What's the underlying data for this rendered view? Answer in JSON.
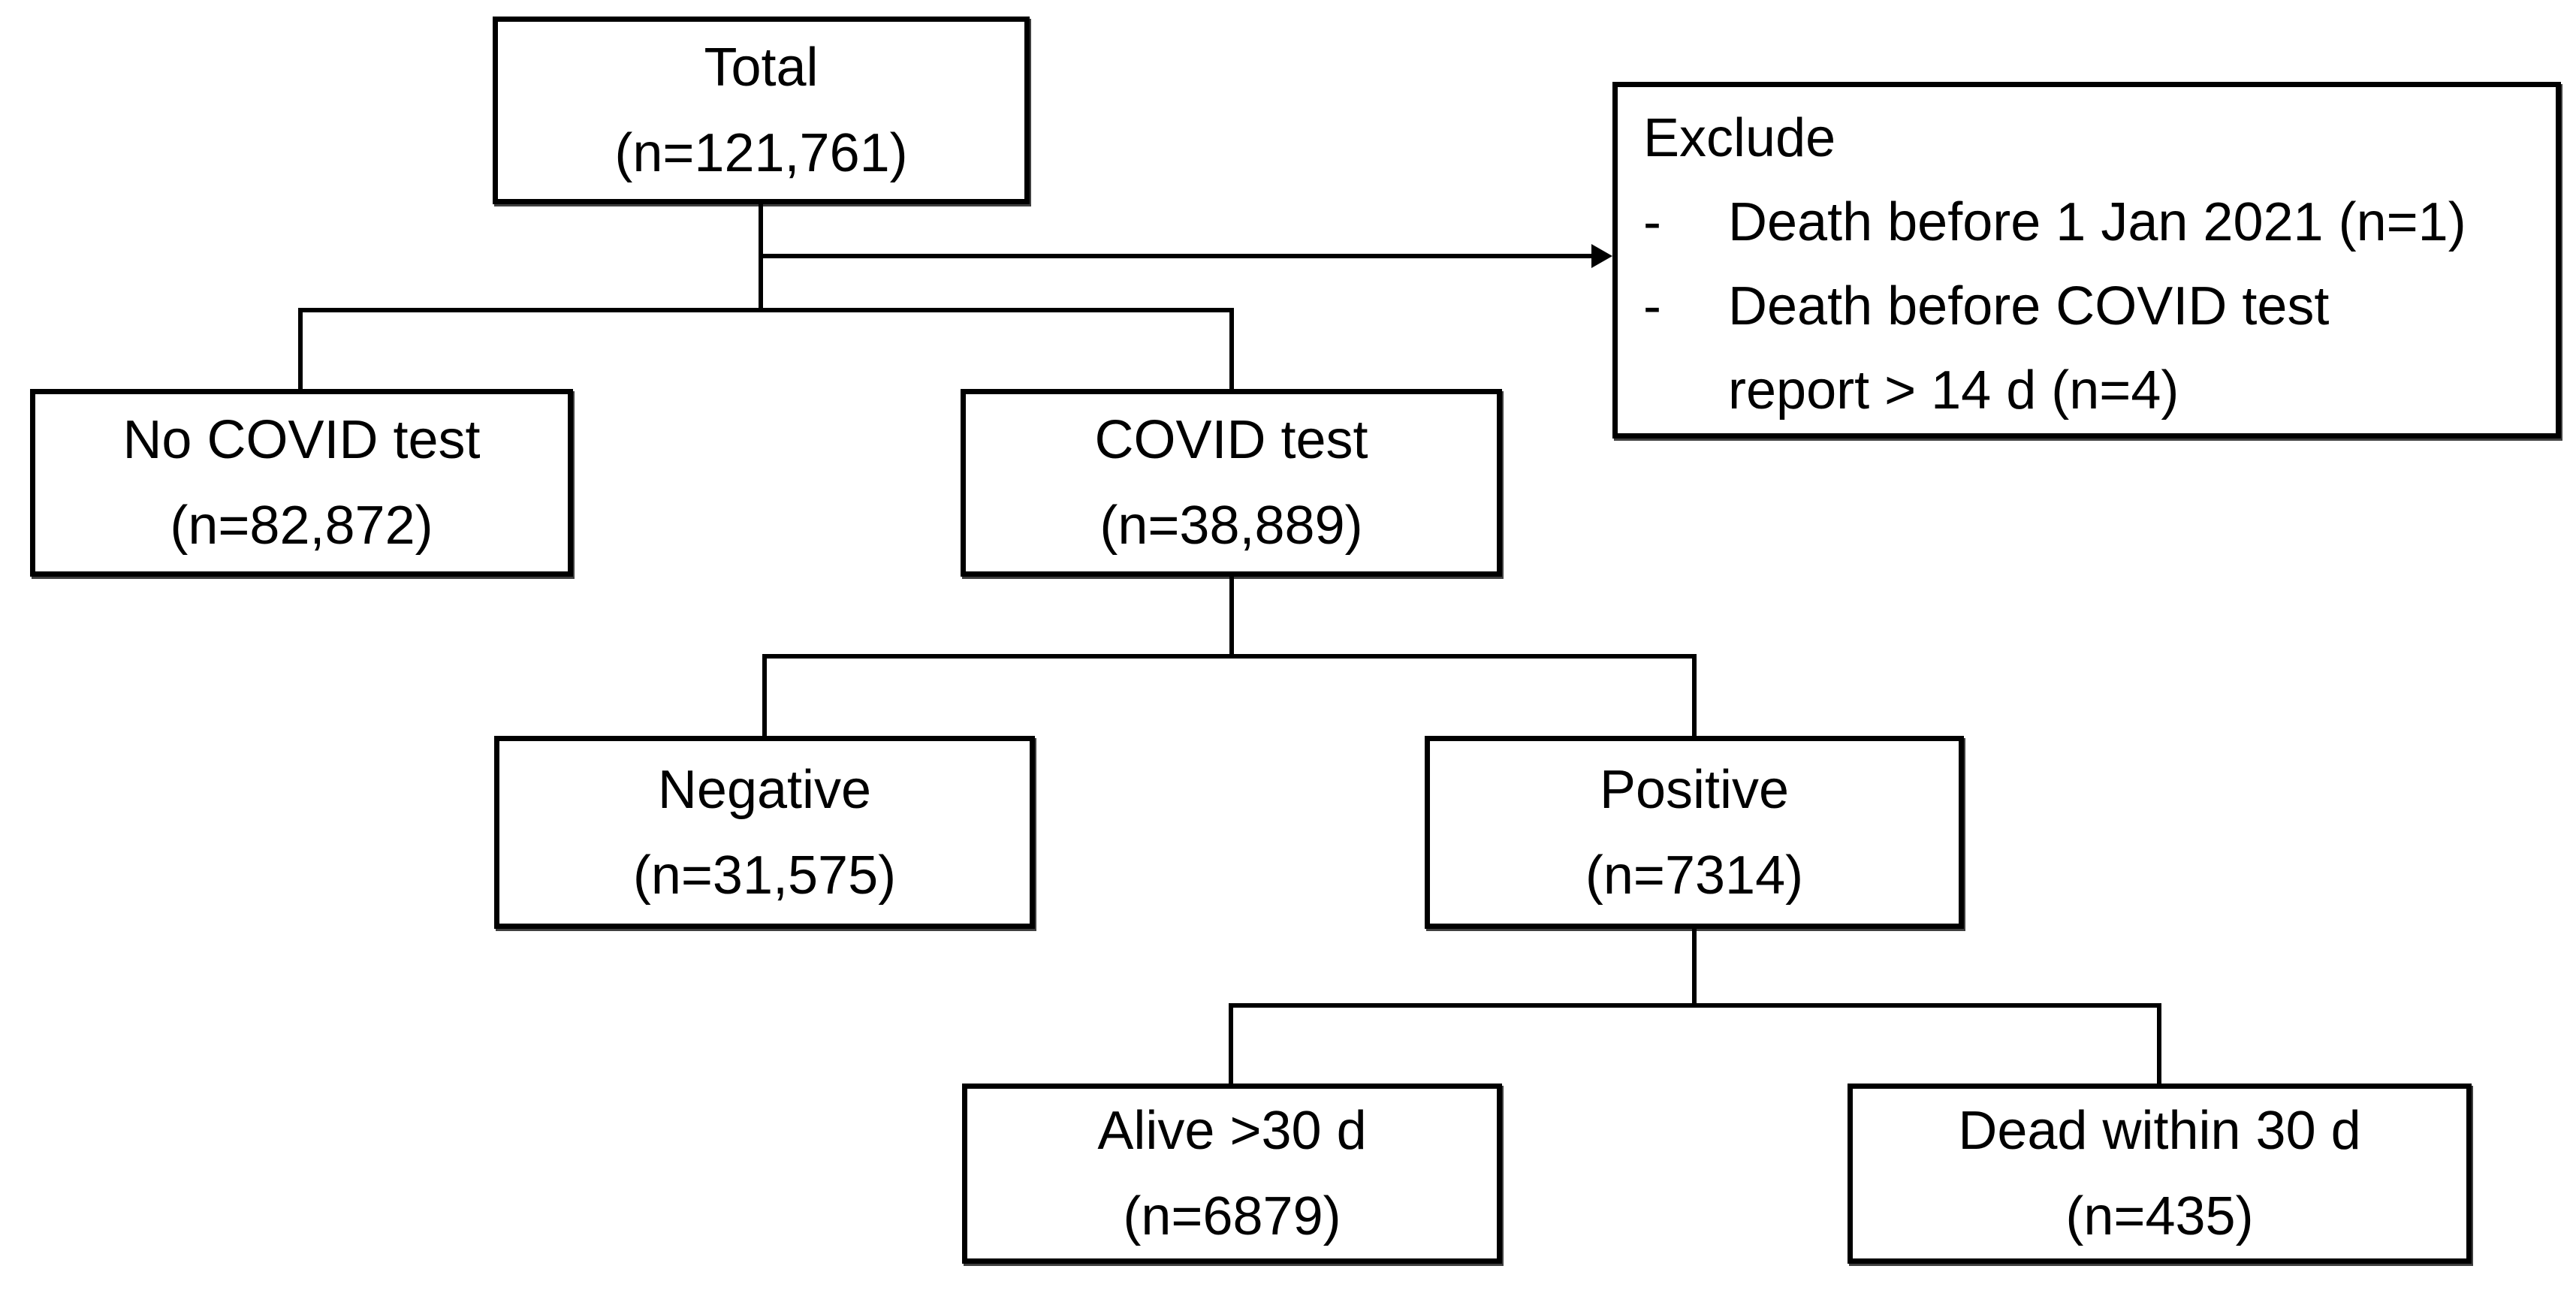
{
  "diagram": {
    "type": "flowchart",
    "background_color": "#ffffff",
    "line_color": "#000000",
    "nodes": {
      "total": {
        "label": "Total",
        "n": "(n=121,761)"
      },
      "no_covid_test": {
        "label": "No COVID test",
        "n": "(n=82,872)"
      },
      "covid_test": {
        "label": "COVID test",
        "n": "(n=38,889)"
      },
      "negative": {
        "label": "Negative",
        "n": "(n=31,575)"
      },
      "positive": {
        "label": "Positive",
        "n": "(n=7314)"
      },
      "alive": {
        "label": "Alive >30 d",
        "n": "(n=6879)"
      },
      "dead": {
        "label": "Dead within 30 d",
        "n": "(n=435)"
      },
      "exclude": {
        "title": "Exclude",
        "bullet": "-",
        "items": [
          {
            "lines": [
              "Death before 1 Jan 2021 (n=1)"
            ]
          },
          {
            "lines": [
              "Death before COVID test",
              "report > 14 d (n=4)"
            ]
          }
        ]
      }
    },
    "edges": [
      "total -> exclude (arrow)",
      "total -> no_covid_test",
      "total -> covid_test",
      "covid_test -> negative",
      "covid_test -> positive",
      "positive -> alive",
      "positive -> dead"
    ]
  }
}
